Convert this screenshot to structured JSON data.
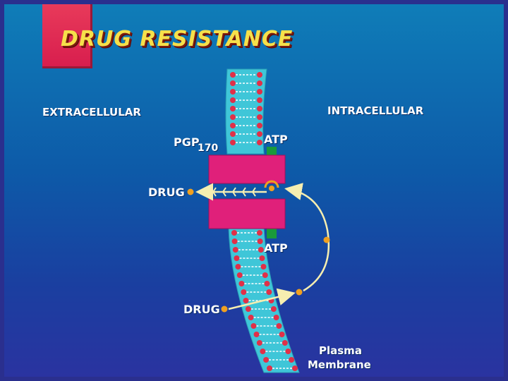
{
  "slide": {
    "title": "DRUG RESISTANCE",
    "labels": {
      "extracellular": "EXTRACELLULAR",
      "intracellular": "INTRACELLULAR",
      "pgp": "PGP",
      "pgp_subscript": "170",
      "atp_top": "ATP",
      "atp_bottom": "ATP",
      "drug_exit": "DRUG",
      "drug_entry": "DRUG",
      "membrane_line1": "Plasma",
      "membrane_line2": "Membrane"
    },
    "colors": {
      "background": "#0d5aa8",
      "title_text": "#f6e04a",
      "title_block": "#d81e4e",
      "membrane": "#3fc6d8",
      "lipid_head": "#e03048",
      "pgp_protein": "#e0207a",
      "drug": "#f0a020",
      "atp_marker": "#1a9a3a",
      "arrow": "#f6eeb0"
    }
  }
}
